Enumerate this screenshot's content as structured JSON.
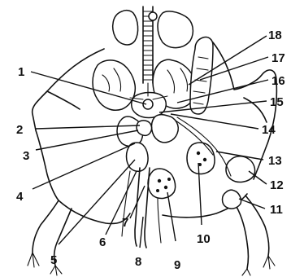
{
  "labels": [
    {
      "id": "1",
      "text": "1"
    },
    {
      "id": "2",
      "text": "2"
    },
    {
      "id": "3",
      "text": "3"
    },
    {
      "id": "4",
      "text": "4"
    },
    {
      "id": "5",
      "text": "5"
    },
    {
      "id": "6",
      "text": "6"
    },
    {
      "id": "7",
      "text": "7"
    },
    {
      "id": "8",
      "text": "8"
    },
    {
      "id": "9",
      "text": "9"
    },
    {
      "id": "10",
      "text": "10"
    },
    {
      "id": "11",
      "text": "11"
    },
    {
      "id": "12",
      "text": "12"
    },
    {
      "id": "13",
      "text": "13"
    },
    {
      "id": "14",
      "text": "14"
    },
    {
      "id": "15",
      "text": "15"
    },
    {
      "id": "16",
      "text": "16"
    },
    {
      "id": "17",
      "text": "17"
    },
    {
      "id": "18",
      "text": "18"
    }
  ],
  "colors": {
    "ink": "#111111",
    "background": "#ffffff"
  }
}
